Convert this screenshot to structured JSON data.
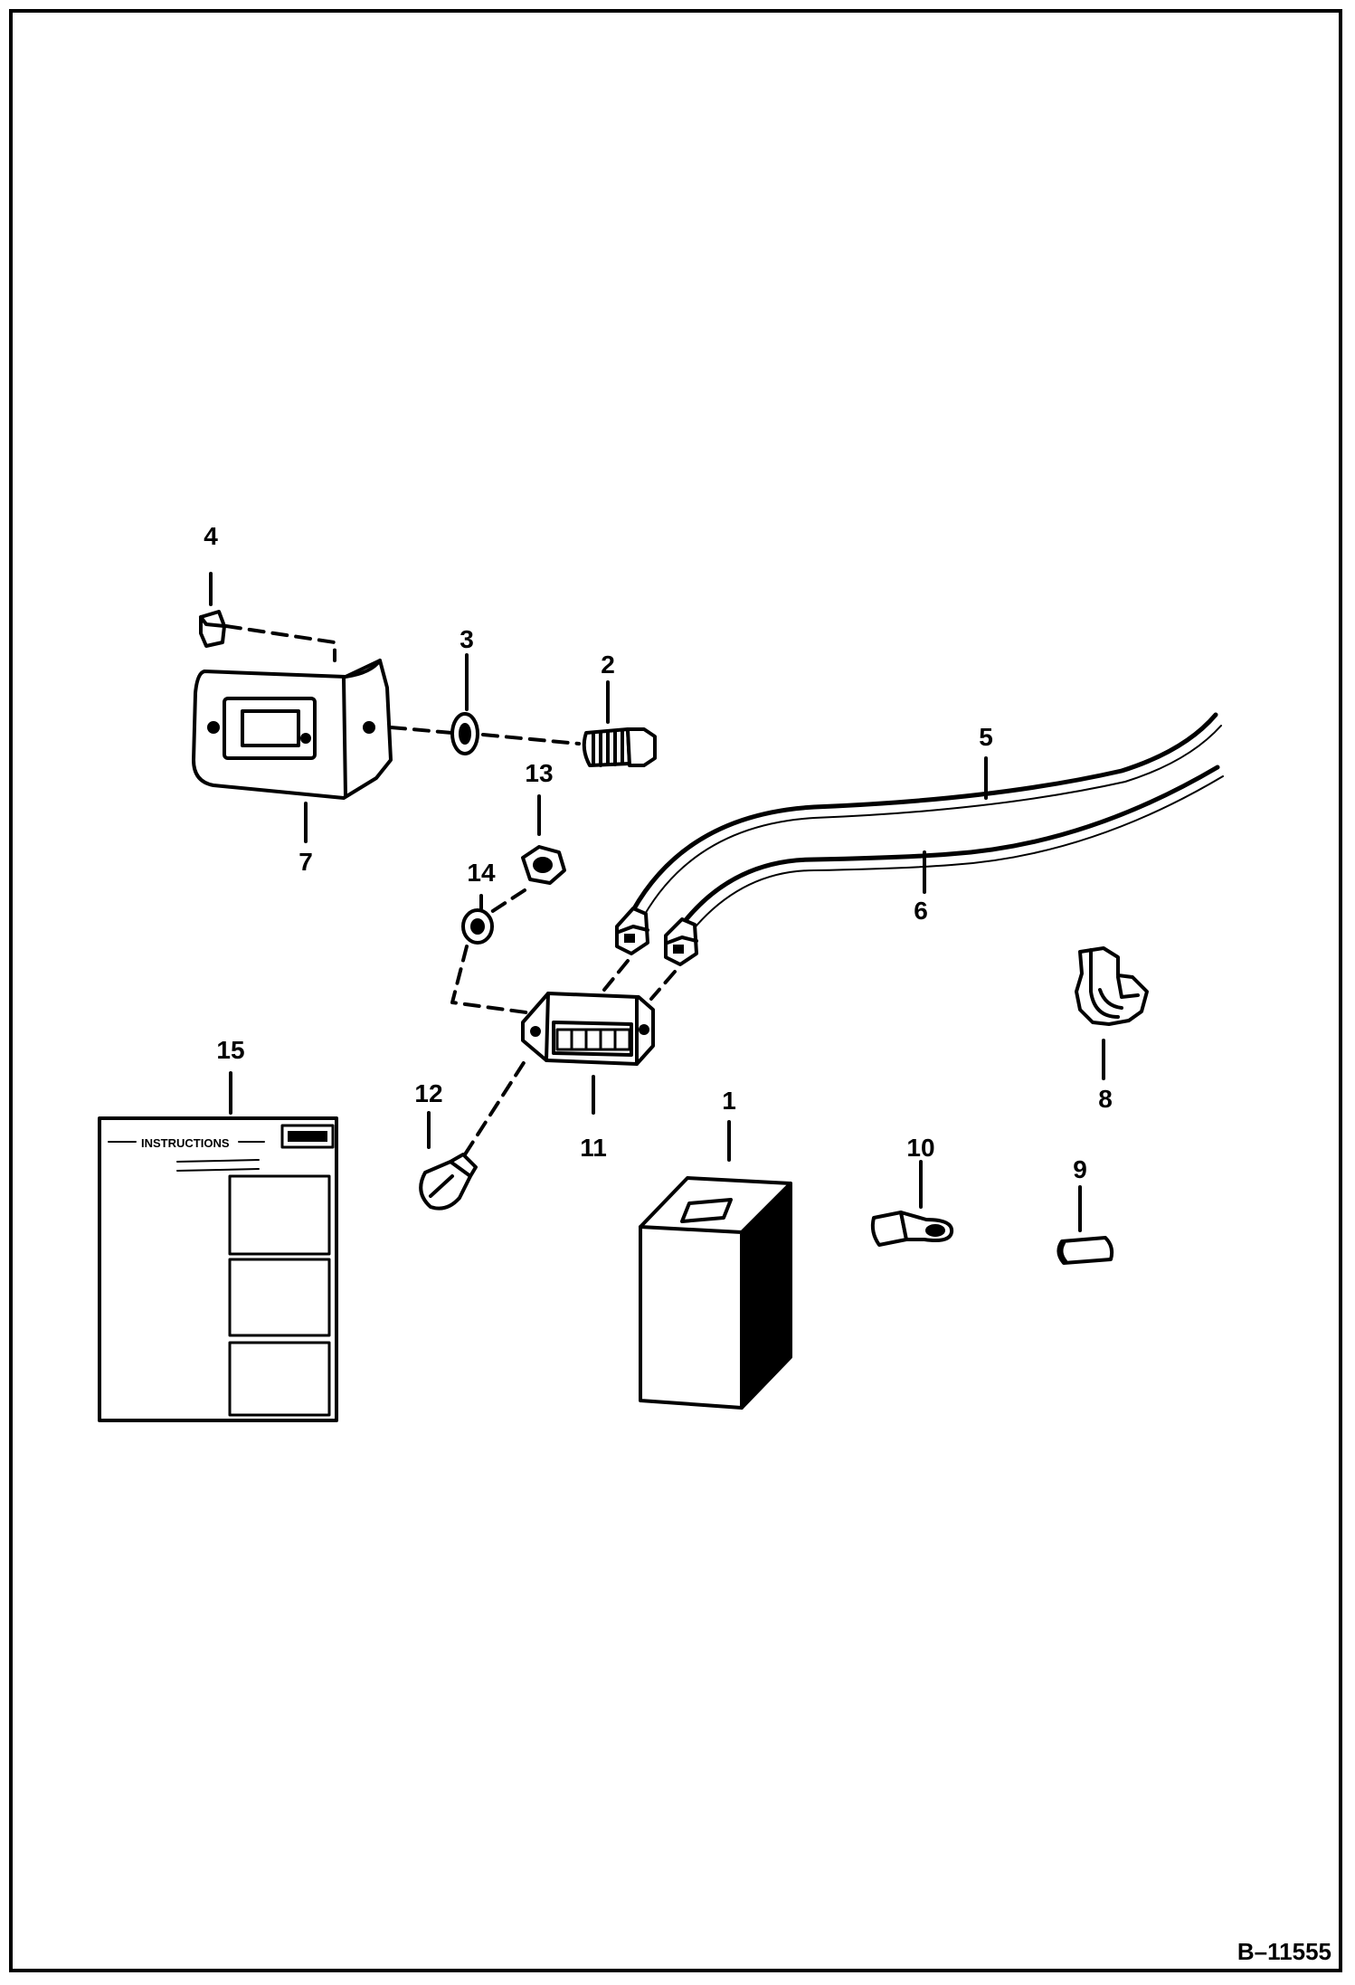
{
  "figure_ref": "B–11555",
  "callouts": [
    "1",
    "2",
    "3",
    "4",
    "5",
    "6",
    "7",
    "8",
    "9",
    "10",
    "11",
    "12",
    "13",
    "14",
    "15"
  ],
  "instruction_sheet": {
    "heading": "INSTRUCTIONS"
  }
}
